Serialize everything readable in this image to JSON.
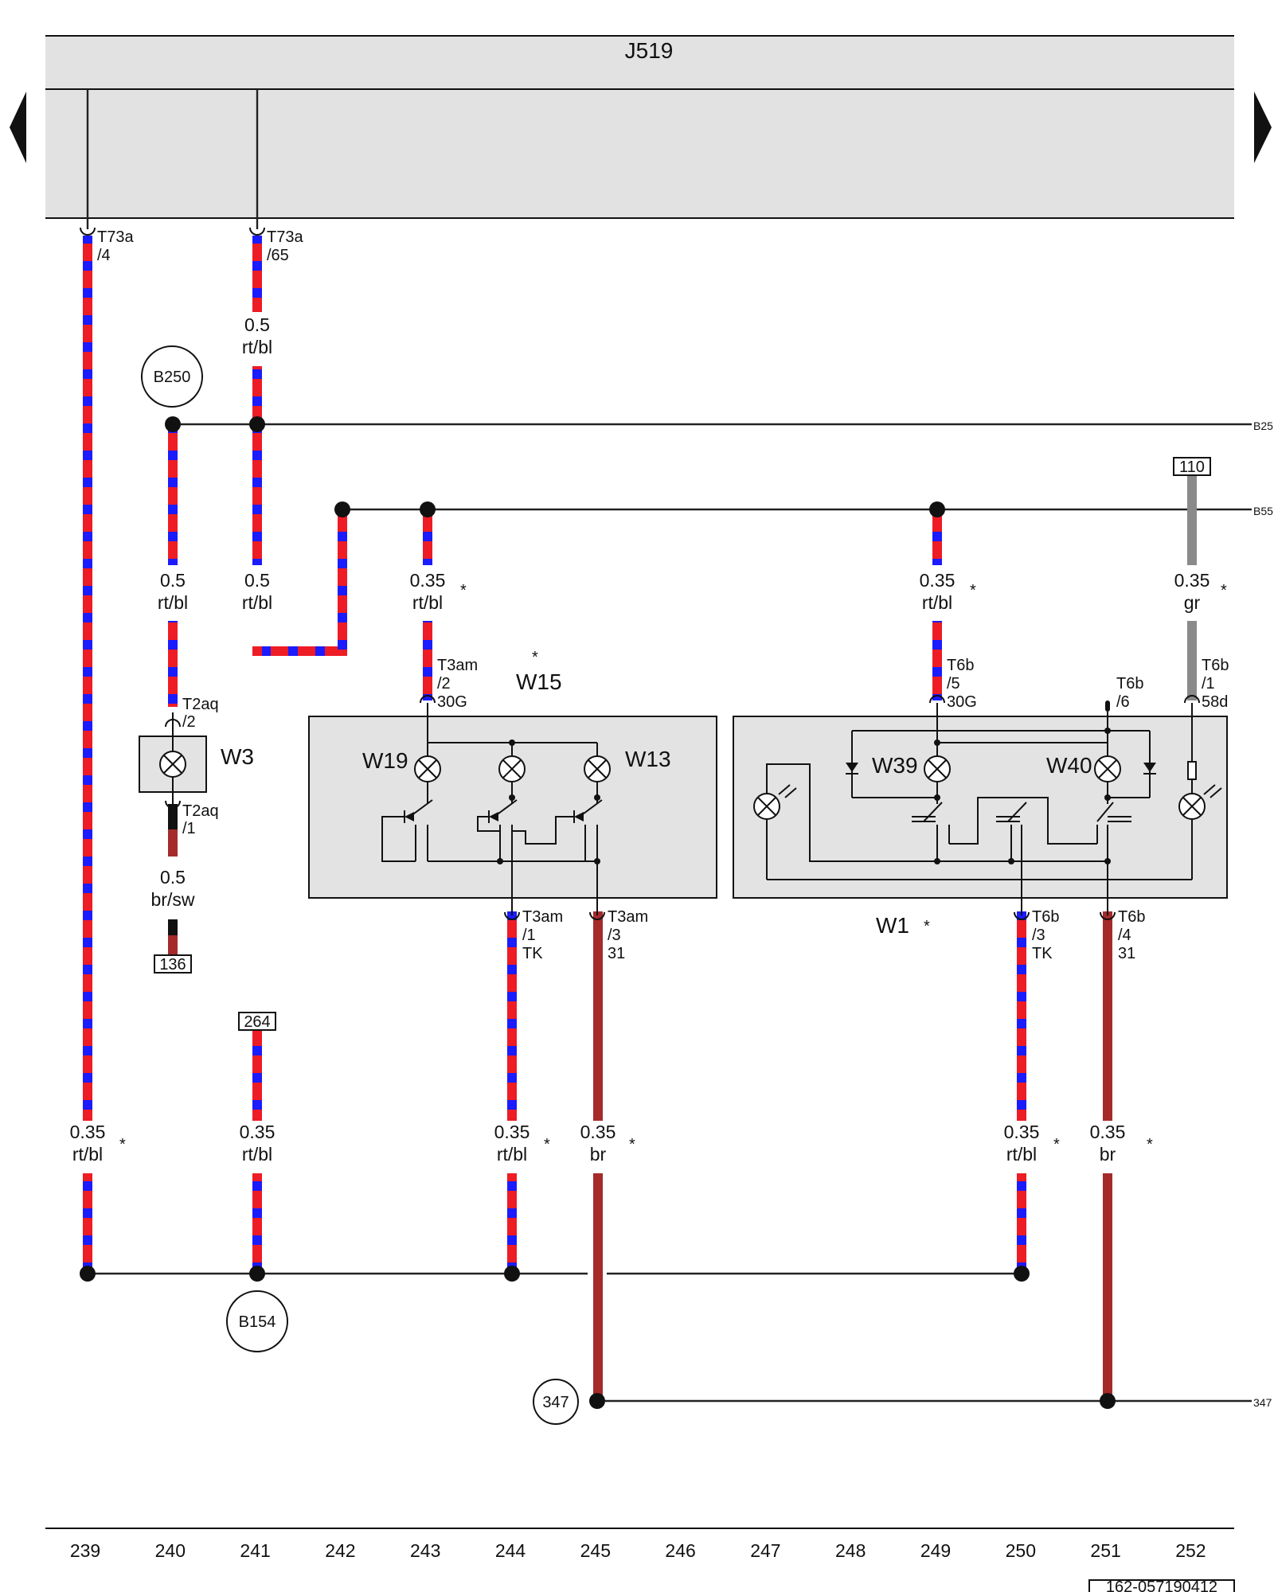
{
  "control_unit": {
    "name": "J519"
  },
  "side_arrows": {
    "left": "arrow-left-icon",
    "right": "arrow-right-icon"
  },
  "connectors": {
    "t73a_4": {
      "pin": "T73a",
      "num": "/4"
    },
    "t73a_65": {
      "pin": "T73a",
      "num": "/65"
    },
    "t2aq_2": {
      "pin": "T2aq",
      "num": "/2"
    },
    "t2aq_1": {
      "pin": "T2aq",
      "num": "/1"
    },
    "t3am_2": {
      "pin": "T3am",
      "num": "/2",
      "term": "30G"
    },
    "t3am_1": {
      "pin": "T3am",
      "num": "/1",
      "term": "TK"
    },
    "t3am_3": {
      "pin": "T3am",
      "num": "/3",
      "term": "31"
    },
    "t6b_5": {
      "pin": "T6b",
      "num": "/5",
      "term": "30G"
    },
    "t6b_6": {
      "pin": "T6b",
      "num": "/6"
    },
    "t6b_1": {
      "pin": "T6b",
      "num": "/1",
      "term": "58d"
    },
    "t6b_3": {
      "pin": "T6b",
      "num": "/3",
      "term": "TK"
    },
    "t6b_4": {
      "pin": "T6b",
      "num": "/4",
      "term": "31"
    }
  },
  "wire_labels": {
    "w241_top": {
      "size": "0.5",
      "color": "rt/bl"
    },
    "w240_mid": {
      "size": "0.5",
      "color": "rt/bl"
    },
    "w241_mid": {
      "size": "0.5",
      "color": "rt/bl"
    },
    "w243_mid": {
      "size": "0.35",
      "color": "rt/bl"
    },
    "w249_mid": {
      "size": "0.35",
      "color": "rt/bl"
    },
    "w252_mid": {
      "size": "0.35",
      "color": "gr"
    },
    "w240_low": {
      "size": "0.5",
      "color": "br/sw"
    },
    "w239_bot": {
      "size": "0.35",
      "color": "rt/bl"
    },
    "w241_bot": {
      "size": "0.35",
      "color": "rt/bl"
    },
    "w244_bot": {
      "size": "0.35",
      "color": "rt/bl"
    },
    "w245_bot": {
      "size": "0.35",
      "color": "br"
    },
    "w250_bot": {
      "size": "0.35",
      "color": "rt/bl"
    },
    "w251_bot": {
      "size": "0.35",
      "color": "br"
    }
  },
  "components": {
    "w3": "W3",
    "w15": "W15",
    "w19": "W19",
    "w13": "W13",
    "w39": "W39",
    "w40": "W40",
    "w1": "W1"
  },
  "asterisk": "*",
  "splice_points": {
    "b250": "B250",
    "b154": "B154",
    "n347": "347"
  },
  "cross_refs": {
    "r136": "136",
    "r264": "264",
    "r110": "110"
  },
  "edge_refs": {
    "b250_edge": "B25",
    "b55_edge": "B55",
    "n347_edge": "347"
  },
  "wire_colors": {
    "red": "#ee1c24",
    "blue": "#1b1bff",
    "brown": "#a52a2a",
    "grey": "#8a8a8a",
    "black": "#111111"
  },
  "current_paths": [
    "239",
    "240",
    "241",
    "242",
    "243",
    "244",
    "245",
    "246",
    "247",
    "248",
    "249",
    "250",
    "251",
    "252"
  ],
  "doc_id": "162-057190412"
}
